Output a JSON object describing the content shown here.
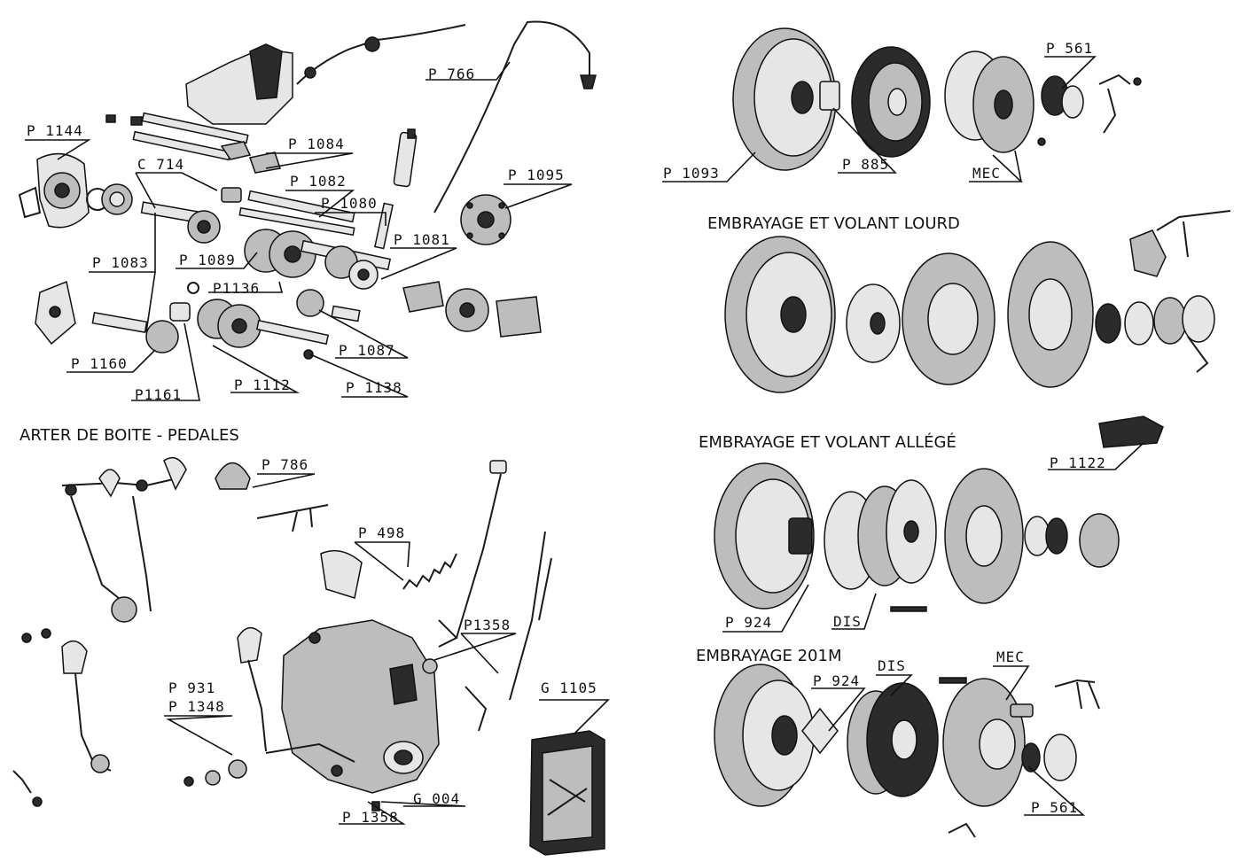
{
  "titles": {
    "carter": "ARTER DE BOITE - PEDALES",
    "lourd": "EMBRAYAGE ET VOLANT LOURD",
    "allege": "EMBRAYAGE  ET VOLANT ALLÉGÉ",
    "m201": "EMBRAYAGE  201M"
  },
  "labels": {
    "p1144": "P 1144",
    "c714": "C 714",
    "p1084": "P 1084",
    "p1082": "P 1082",
    "p1080": "P 1080",
    "p766": "P 766",
    "p1095": "P 1095",
    "p1081": "P 1081",
    "p1083": "P 1083",
    "p1089": "P 1089",
    "p1136": "P1136",
    "p1087": "P 1087",
    "p1160": "P 1160",
    "p1161": "P1161",
    "p1112": "P 1112",
    "p1138": "P 1138",
    "p786": "P 786",
    "p498": "P 498",
    "p1358a": "P1358",
    "p931": "P 931",
    "p1348": "P 1348",
    "g1105": "G 1105",
    "g004": "G 004",
    "p1358b": "P 1358",
    "p561a": "P 561",
    "p1093": "P 1093",
    "p885": "P 885",
    "mec1": "MEC",
    "p1122": "P 1122",
    "p924a": "P 924",
    "dis1": "DIS",
    "dis2": "DIS",
    "p924b": "P 924",
    "mec2": "MEC",
    "p561b": "P 561"
  }
}
